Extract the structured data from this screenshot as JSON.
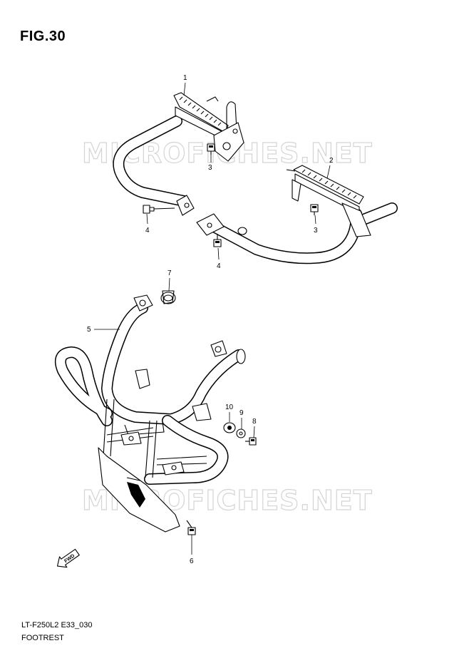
{
  "figure": {
    "title": "FIG.30",
    "code": "LT-F250L2 E33_030",
    "caption": "FOOTREST"
  },
  "watermark": "MICROFICHES.NET",
  "parts": [
    {
      "no": "1"
    },
    {
      "no": "2"
    },
    {
      "no": "3"
    },
    {
      "no": "3"
    },
    {
      "no": "4"
    },
    {
      "no": "4"
    },
    {
      "no": "7"
    },
    {
      "no": "5"
    },
    {
      "no": "10"
    },
    {
      "no": "9"
    },
    {
      "no": "8"
    },
    {
      "no": "6"
    }
  ],
  "fwd_label": "FWD"
}
